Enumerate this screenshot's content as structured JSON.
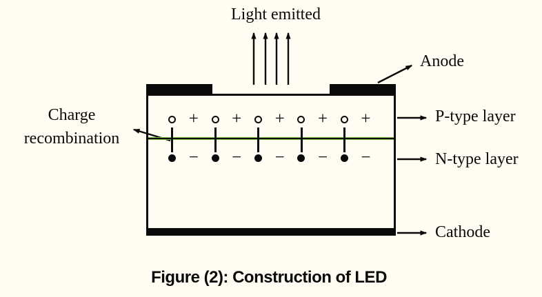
{
  "colors": {
    "background": "#FFFDF2",
    "ink": "#0a0a0a",
    "junction_green": "#7DC242"
  },
  "diagram": {
    "light_label": "Light emitted",
    "anode_label": "Anode",
    "p_layer_label": "P-type layer",
    "n_layer_label": "N-type layer",
    "cathode_label": "Cathode",
    "recombination_label_line1": "Charge",
    "recombination_label_line2": "recombination",
    "light_arrow_count": 4,
    "junction": {
      "pair_count": 5,
      "hole_symbol": "o",
      "electron_symbol": "●",
      "plus_symbol": "+",
      "minus_symbol": "−",
      "p_row_pattern": "○ + ○ + ○ + ○ + ○ +",
      "n_row_pattern": "● − ● − ● − ● − ● −"
    }
  },
  "caption": "Figure (2): Construction of LED"
}
